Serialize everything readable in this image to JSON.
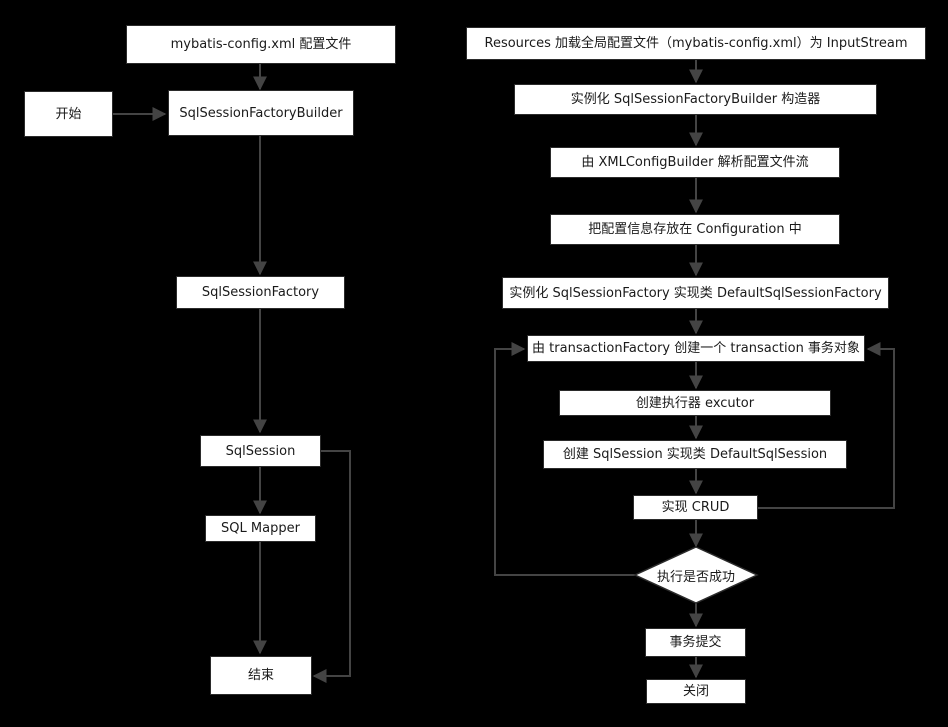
{
  "colors": {
    "background": "#000000",
    "node_fill": "#ffffff",
    "node_text": "#1a1a1a",
    "edge": "#444444"
  },
  "left_flow": {
    "config_file": "mybatis-config.xml 配置文件",
    "start": "开始",
    "builder": "SqlSessionFactoryBuilder",
    "factory": "SqlSessionFactory",
    "session": "SqlSession",
    "mapper": "SQL Mapper",
    "end": "结束"
  },
  "right_flow": {
    "step1": "Resources 加载全局配置文件（mybatis-config.xml）为 InputStream",
    "step2": "实例化 SqlSessionFactoryBuilder 构造器",
    "step3": "由 XMLConfigBuilder 解析配置文件流",
    "step4": "把配置信息存放在 Configuration 中",
    "step5": "实例化 SqlSessionFactory 实现类 DefaultSqlSessionFactory",
    "step6": "由 transactionFactory 创建一个 transaction 事务对象",
    "step7": "创建执行器 excutor",
    "step8": "创建 SqlSession 实现类 DefaultSqlSession",
    "step9": "实现 CRUD",
    "decision": "执行是否成功",
    "commit": "事务提交",
    "close": "关闭"
  }
}
